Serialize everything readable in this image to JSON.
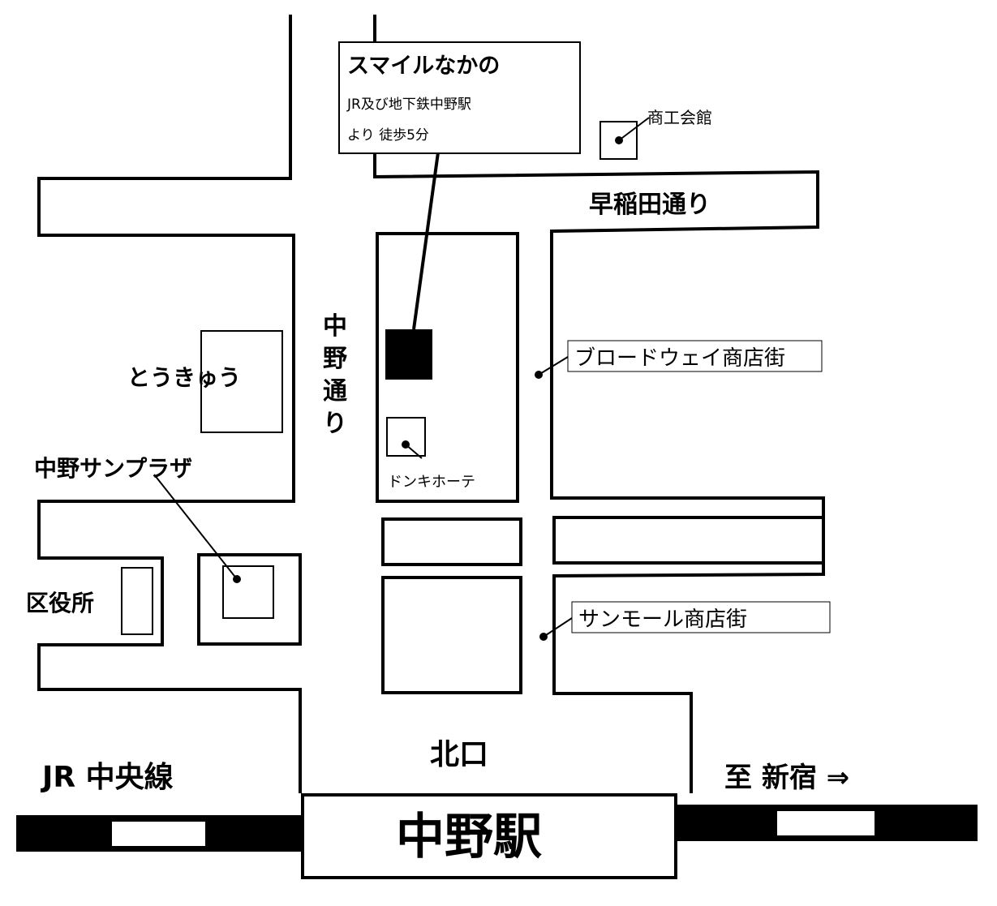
{
  "callout": {
    "title": "スマイルなかの",
    "line1": "JR及び地下鉄中野駅",
    "line2": "より 徒歩5分"
  },
  "landmarks": {
    "shoko_kaikan": "商工会館",
    "tokyu": "とうきゅう",
    "sunplaza": "中野サンプラザ",
    "kuyakusho": "区役所",
    "donki": "ドンキホーテ",
    "broadway": "ブロードウェイ商店街",
    "sunmall": "サンモール商店街",
    "kitaguchi": "北口"
  },
  "streets": {
    "waseda": "早稲田通り",
    "nakano_dori": [
      "中",
      "野",
      "通",
      "り"
    ]
  },
  "rail": {
    "line_name": "JR 中央線",
    "station": "中野駅",
    "direction": "至 新宿 ⇒"
  },
  "colors": {
    "ink": "#000000",
    "paper": "#ffffff",
    "destination_marker": "#000000"
  }
}
